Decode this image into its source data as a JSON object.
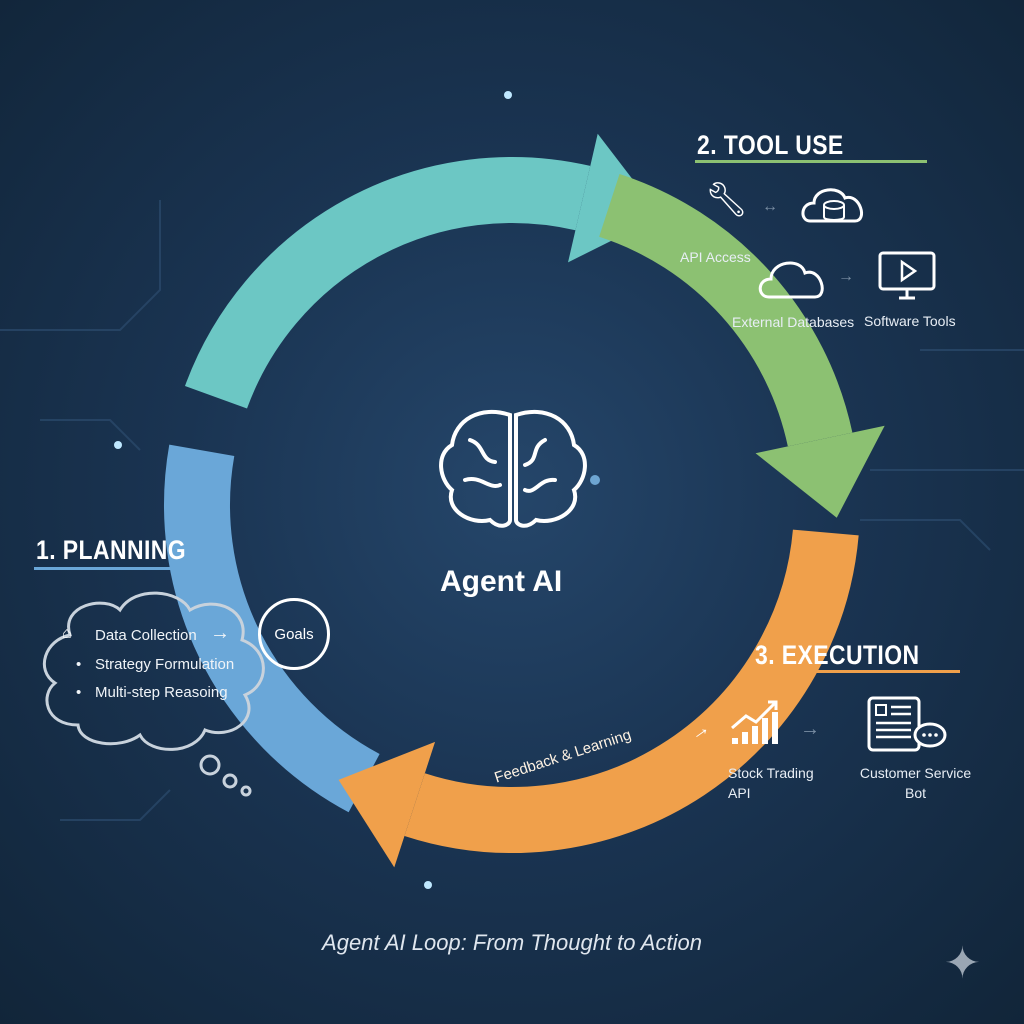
{
  "center": {
    "title": "Agent AI"
  },
  "planning": {
    "heading": "1. PLANNING",
    "items": [
      "Data Collection",
      "Strategy Formulation",
      "Multi-step Reasoing"
    ],
    "goal": "Goals"
  },
  "tool_use": {
    "heading": "2. TOOL USE",
    "items": [
      "API Access",
      "External Databases",
      "Software Tools"
    ]
  },
  "execution": {
    "heading": "3. EXECUTION",
    "items": [
      "Stock Trading API",
      "Customer Service Bot"
    ]
  },
  "feedback": "Feedback & Learning",
  "caption": "Agent AI Loop: From Thought to Action",
  "colors": {
    "teal": "#6cc7c4",
    "green": "#8cc172",
    "orange": "#f0a04b",
    "blue": "#6aa7d8"
  }
}
